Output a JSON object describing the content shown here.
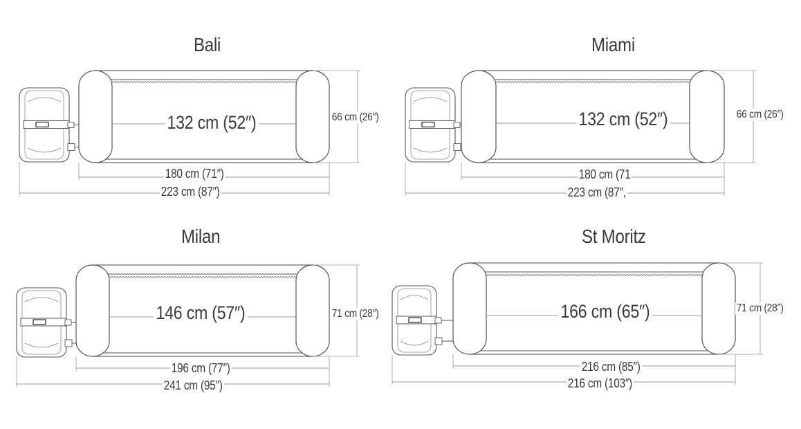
{
  "colors": {
    "outline": "#555555",
    "dimension_line": "#9a9a9a",
    "text": "#3a3a3a",
    "background": "#ffffff"
  },
  "diagrams": [
    {
      "title": "Bali",
      "inner_length": "132 cm (52″)",
      "height": "66 cm (26″)",
      "length": "180 cm (71″)",
      "total_length": "223 cm (87″)"
    },
    {
      "title": "Miami",
      "inner_length": "132 cm (52″)",
      "height": "66 cm (26″)",
      "length": "180 cm (71",
      "total_length": "223 cm (87″,"
    },
    {
      "title": "Milan",
      "inner_length": "146 cm (57″)",
      "height": "71 cm (28″)",
      "length": "196 cm (77″)",
      "total_length": "241 cm (95″)"
    },
    {
      "title": "St Moritz",
      "inner_length": "166 cm (65″)",
      "height": "71 cm (28″)",
      "length": "216 cm (85″)",
      "total_length": "216 cm (103″)"
    }
  ]
}
